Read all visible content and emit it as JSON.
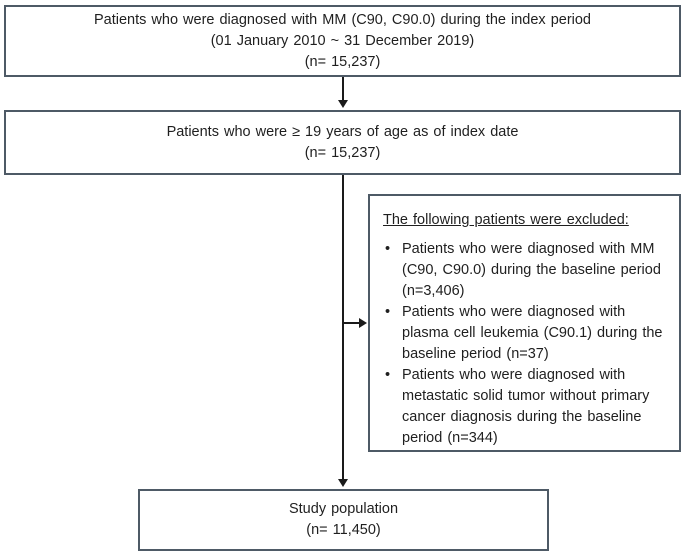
{
  "colors": {
    "box_border": "#4e5a66",
    "arrow": "#1a1a1a",
    "text": "#1f1f1f",
    "background": "#ffffff"
  },
  "flowchart": {
    "box_index_period": {
      "lines": [
        "Patients who were diagnosed with MM (C90, C90.0) during the index period",
        "(01 January 2010 ~ 31 December 2019)",
        "(n= 15,237)"
      ]
    },
    "box_age_filter": {
      "lines": [
        "Patients who were ≥ 19 years of age as of index date",
        "(n= 15,237)"
      ]
    },
    "exclusion_box": {
      "title": "The following patients were excluded:",
      "bullet_char": "•",
      "bullets": [
        "Patients who were diagnosed with MM (C90, C90.0) during the baseline period (n=3,406)",
        "Patients who were diagnosed with plasma cell leukemia (C90.1) during the baseline period (n=37)",
        "Patients who were diagnosed with metastatic solid tumor without primary cancer diagnosis during the baseline period (n=344)"
      ]
    },
    "box_study_population": {
      "lines": [
        "Study population",
        "(n= 11,450)"
      ]
    }
  }
}
